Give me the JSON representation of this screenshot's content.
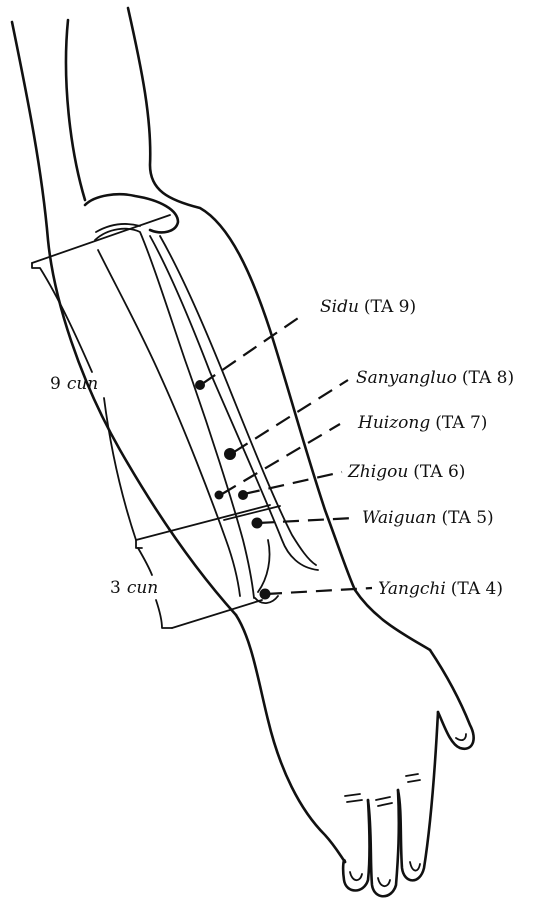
{
  "points": [
    {
      "name": "Sidu",
      "code": "(TA 9)"
    },
    {
      "name": "Sanyangluo",
      "code": "(TA 8)"
    },
    {
      "name": "Huizong",
      "code": "(TA 7)"
    },
    {
      "name": "Zhigou",
      "code": "(TA 6)"
    },
    {
      "name": "Waiguan",
      "code": "(TA 5)"
    },
    {
      "name": "Yangchi",
      "code": "(TA 4)"
    }
  ],
  "measures": [
    {
      "number": "9",
      "unit": "cun"
    },
    {
      "number": "3",
      "unit": "cun"
    }
  ]
}
